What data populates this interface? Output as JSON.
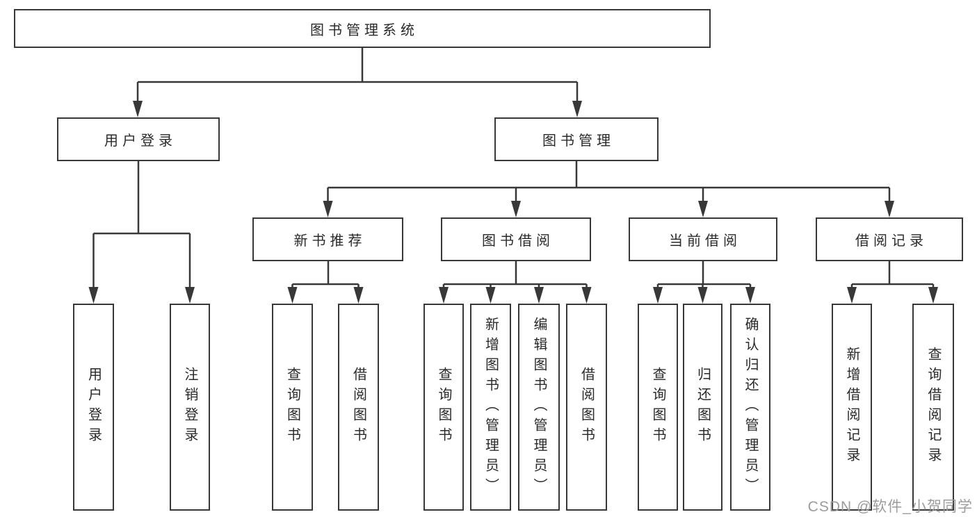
{
  "tree": {
    "root": {
      "label": "图书管理系统"
    },
    "user": {
      "label": "用户登录",
      "children": [
        {
          "label": "用户登录"
        },
        {
          "label": "注销登录"
        }
      ]
    },
    "mgmt": {
      "label": "图书管理",
      "groups": [
        {
          "label": "新书推荐",
          "children": [
            {
              "label": "查询图书"
            },
            {
              "label": "借阅图书"
            }
          ]
        },
        {
          "label": "图书借阅",
          "children": [
            {
              "label": "查询图书"
            },
            {
              "label": "新增图书（管理员）"
            },
            {
              "label": "编辑图书（管理员）"
            },
            {
              "label": "借阅图书"
            }
          ]
        },
        {
          "label": "当前借阅",
          "children": [
            {
              "label": "查询图书"
            },
            {
              "label": "归还图书"
            },
            {
              "label": "确认归还（管理员）"
            }
          ]
        },
        {
          "label": "借阅记录",
          "children": [
            {
              "label": "新增借阅记录"
            },
            {
              "label": "查询借阅记录"
            }
          ]
        }
      ]
    }
  },
  "watermark": {
    "text": "CSDN @软件_小贺同学"
  },
  "colors": {
    "line": "#383838",
    "text": "#2a2a2a",
    "watermark": "#9c9c9c",
    "background": "#ffffff"
  }
}
